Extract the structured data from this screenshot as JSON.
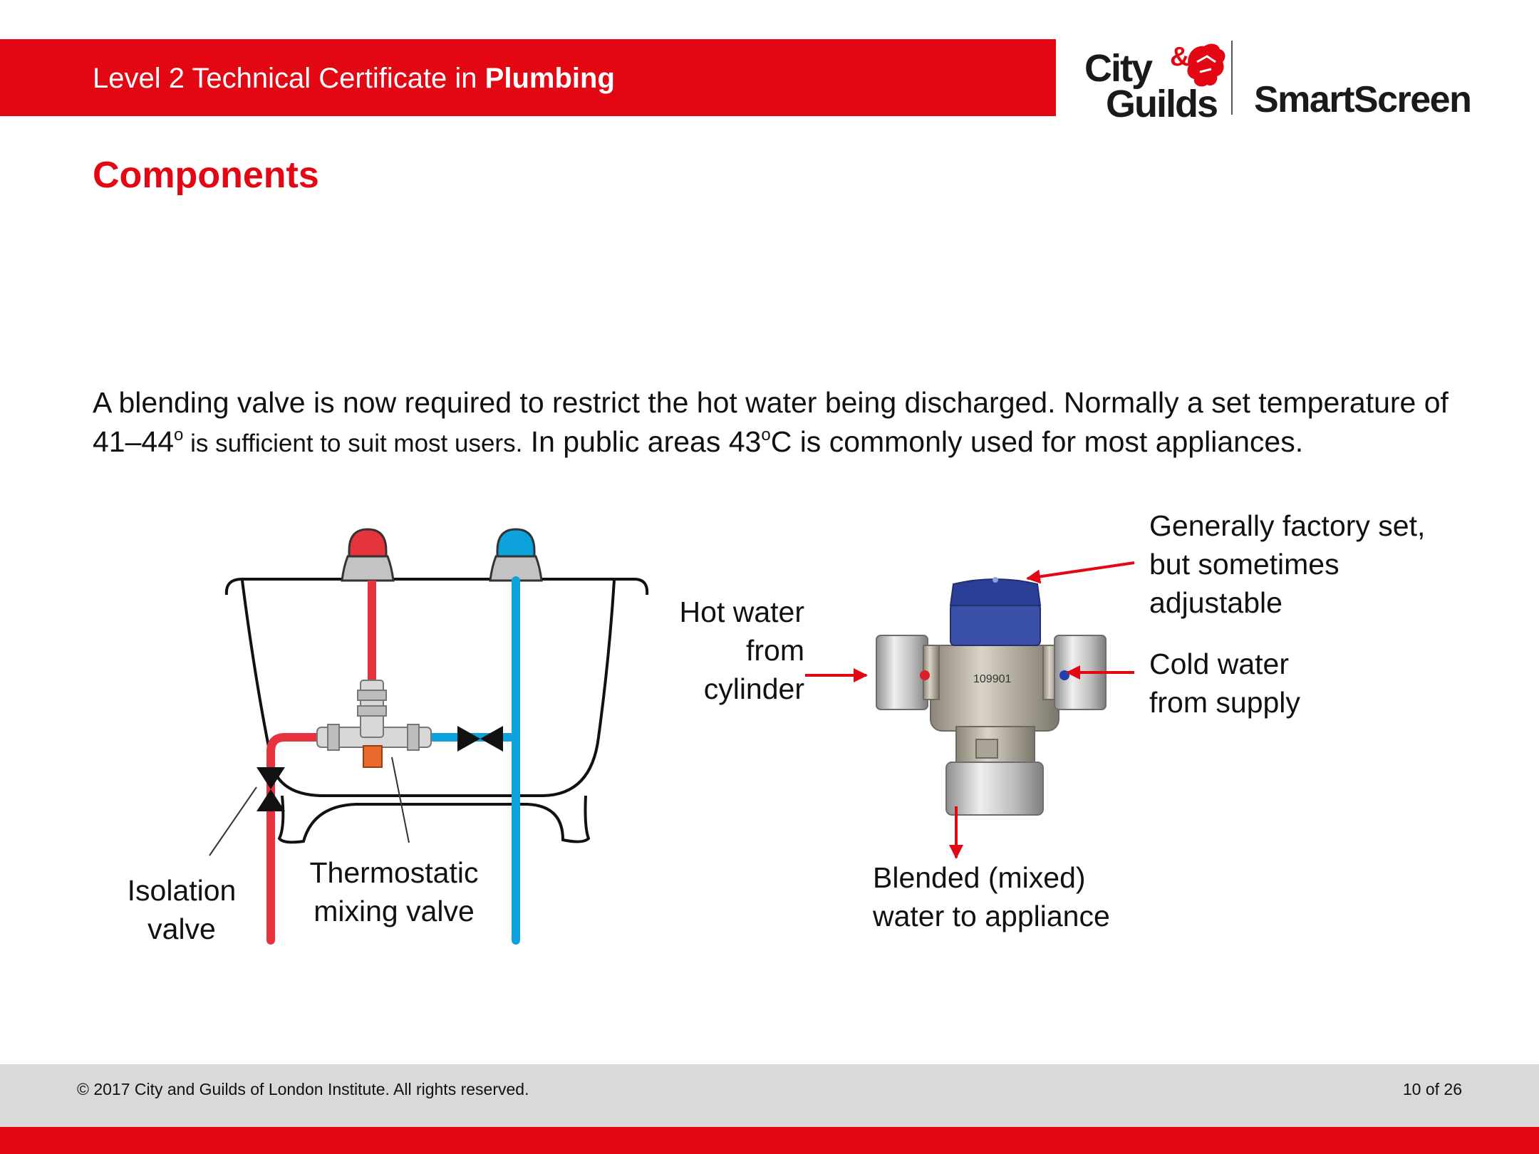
{
  "header": {
    "title_prefix": "Level 2 Technical Certificate in ",
    "title_bold": "Plumbing",
    "logo_line1": "City",
    "logo_ampersand": "&",
    "logo_line2": "Guilds",
    "product": "SmartScreen"
  },
  "page_title": "Components",
  "intro": {
    "part1": "A blending valve is now required to restrict the hot water being discharged. Normally a set temperature of 41–44",
    "sup1": "o",
    "part2": " is sufficient to suit most users.",
    "part3": " In public areas 43",
    "sup2": "o",
    "part4": "C is commonly used for most appliances."
  },
  "diagram_left": {
    "isolation_valve_label": [
      "Isolation",
      "valve"
    ],
    "tmv_label": [
      "Thermostatic",
      "mixing valve"
    ]
  },
  "diagram_right": {
    "valve_marking": "109901",
    "hot_label": [
      "Hot water",
      "from",
      "cylinder"
    ],
    "cold_label": [
      "Cold water",
      "from supply"
    ],
    "factory_label": [
      "Generally factory set,",
      "but sometimes",
      "adjustable"
    ],
    "blended_label": [
      "Blended (mixed)",
      "water to appliance"
    ]
  },
  "footer": {
    "copyright": "© 2017 City and Guilds of London Institute. All rights reserved.",
    "page": "10 of 26"
  },
  "colors": {
    "brand_red": "#e30613",
    "hot_pipe": "#e6343f",
    "cold_pipe": "#0ea2dc",
    "footer_grey": "#d9d9d9"
  }
}
